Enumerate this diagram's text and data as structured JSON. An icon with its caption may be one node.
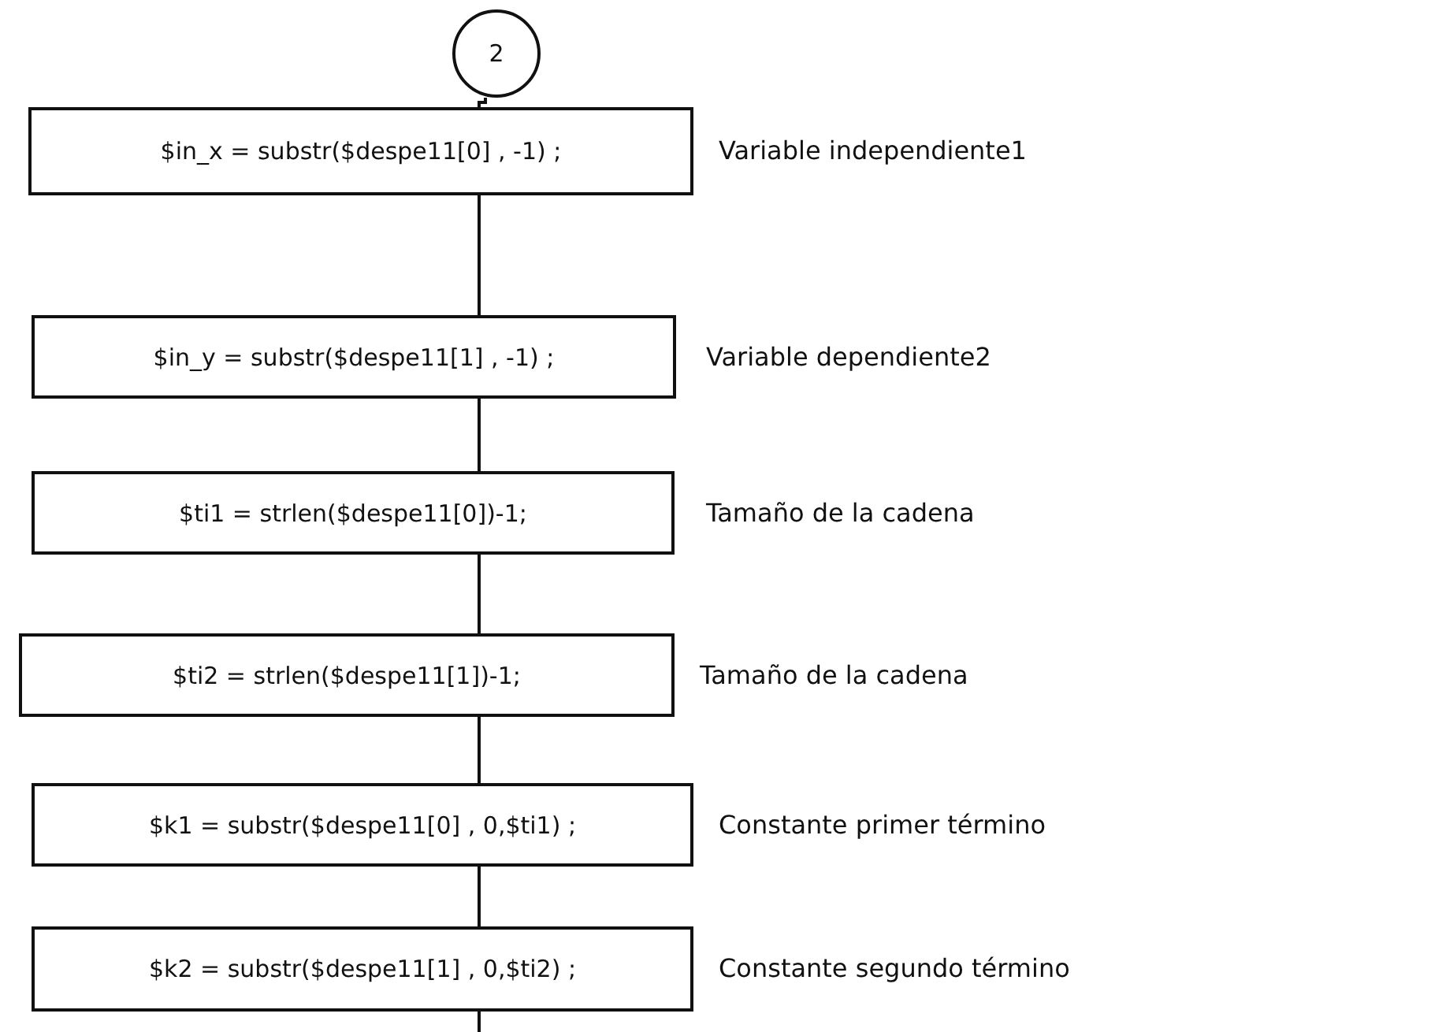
{
  "diagram": {
    "nodes": [
      {
        "text": [
          "2"
        ]
      },
      {
        "text": [
          "$in_x = substr($despe11[0] , -1) ;"
        ],
        "beside": [
          "Variable independiente1"
        ]
      },
      {
        "text": [
          "$in_y = substr($despe11[1] , -1) ;"
        ],
        "beside": [
          "Variable dependiente2"
        ]
      },
      {
        "text": [
          "$ti1 = strlen($despe11[0])-1;"
        ],
        "beside": [
          "Tamaño de la cadena"
        ]
      },
      {
        "text": [
          "$ti2 = strlen($despe11[1])-1;"
        ],
        "beside": [
          "Tamaño de la cadena"
        ]
      },
      {
        "text": [
          "$k1 = substr($despe11[0] , 0,$ti1) ;"
        ],
        "beside": [
          "Constante primer término"
        ]
      },
      {
        "text": [
          "$k2 = substr($despe11[1] , 0,$ti2) ;"
        ],
        "beside": [
          "Constante segundo término"
        ]
      }
    ],
    "edges": [
      {
        "from": 0,
        "to": 1,
        "arrow": "none"
      },
      {
        "from": 1,
        "to": 2,
        "arrow": "none"
      },
      {
        "from": 2,
        "to": 3,
        "arrow": "none"
      },
      {
        "from": 3,
        "to": 4,
        "arrow": "none"
      },
      {
        "from": 4,
        "to": 5,
        "arrow": "none"
      },
      {
        "from": 5,
        "to": 6,
        "arrow": "none"
      },
      {
        "from": 6,
        "to": null,
        "arrow": "none"
      }
    ]
  }
}
